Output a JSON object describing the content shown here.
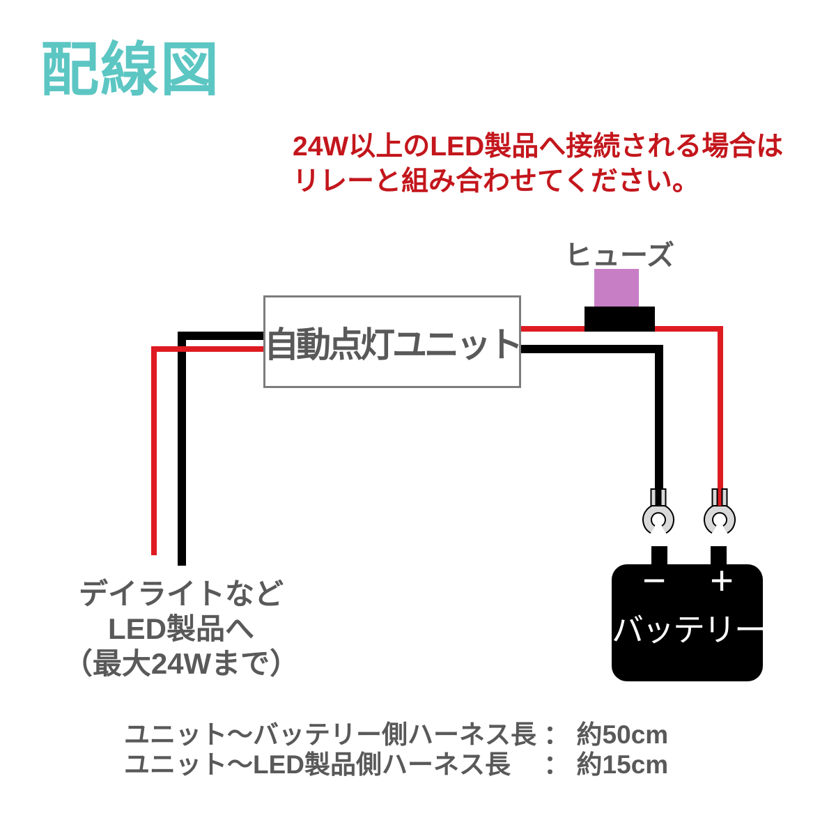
{
  "title": "配線図",
  "warning": {
    "line1": "24W以上のLED製品へ接続される場合は",
    "line2": "リレーと組み合わせてください。"
  },
  "unit": {
    "label": "自動点灯ユニット"
  },
  "fuse": {
    "label": "ヒューズ"
  },
  "battery": {
    "label": "バッテリー",
    "minus_symbol": "−",
    "plus_symbol": "+"
  },
  "led_output": {
    "line1": "デイライトなど",
    "line2": "LED製品へ",
    "line3": "（最大24Wまで）"
  },
  "harness_notes": {
    "line1": "ユニット～バッテリー側ハーネス長 ： 約50cm",
    "line2": "ユニット～LED製品側ハーネス長　 ： 約15cm"
  },
  "colors": {
    "title_teal": "#5cc6c3",
    "warning_red": "#c3161c",
    "wire_red": "#dd1b21",
    "wire_black": "#000000",
    "fuse_purple": "#c77ec5",
    "terminal_gray": "#d9d9d9",
    "text_gray": "#595959",
    "unit_border_gray": "#7c7c7c",
    "battery_black": "#000000"
  }
}
